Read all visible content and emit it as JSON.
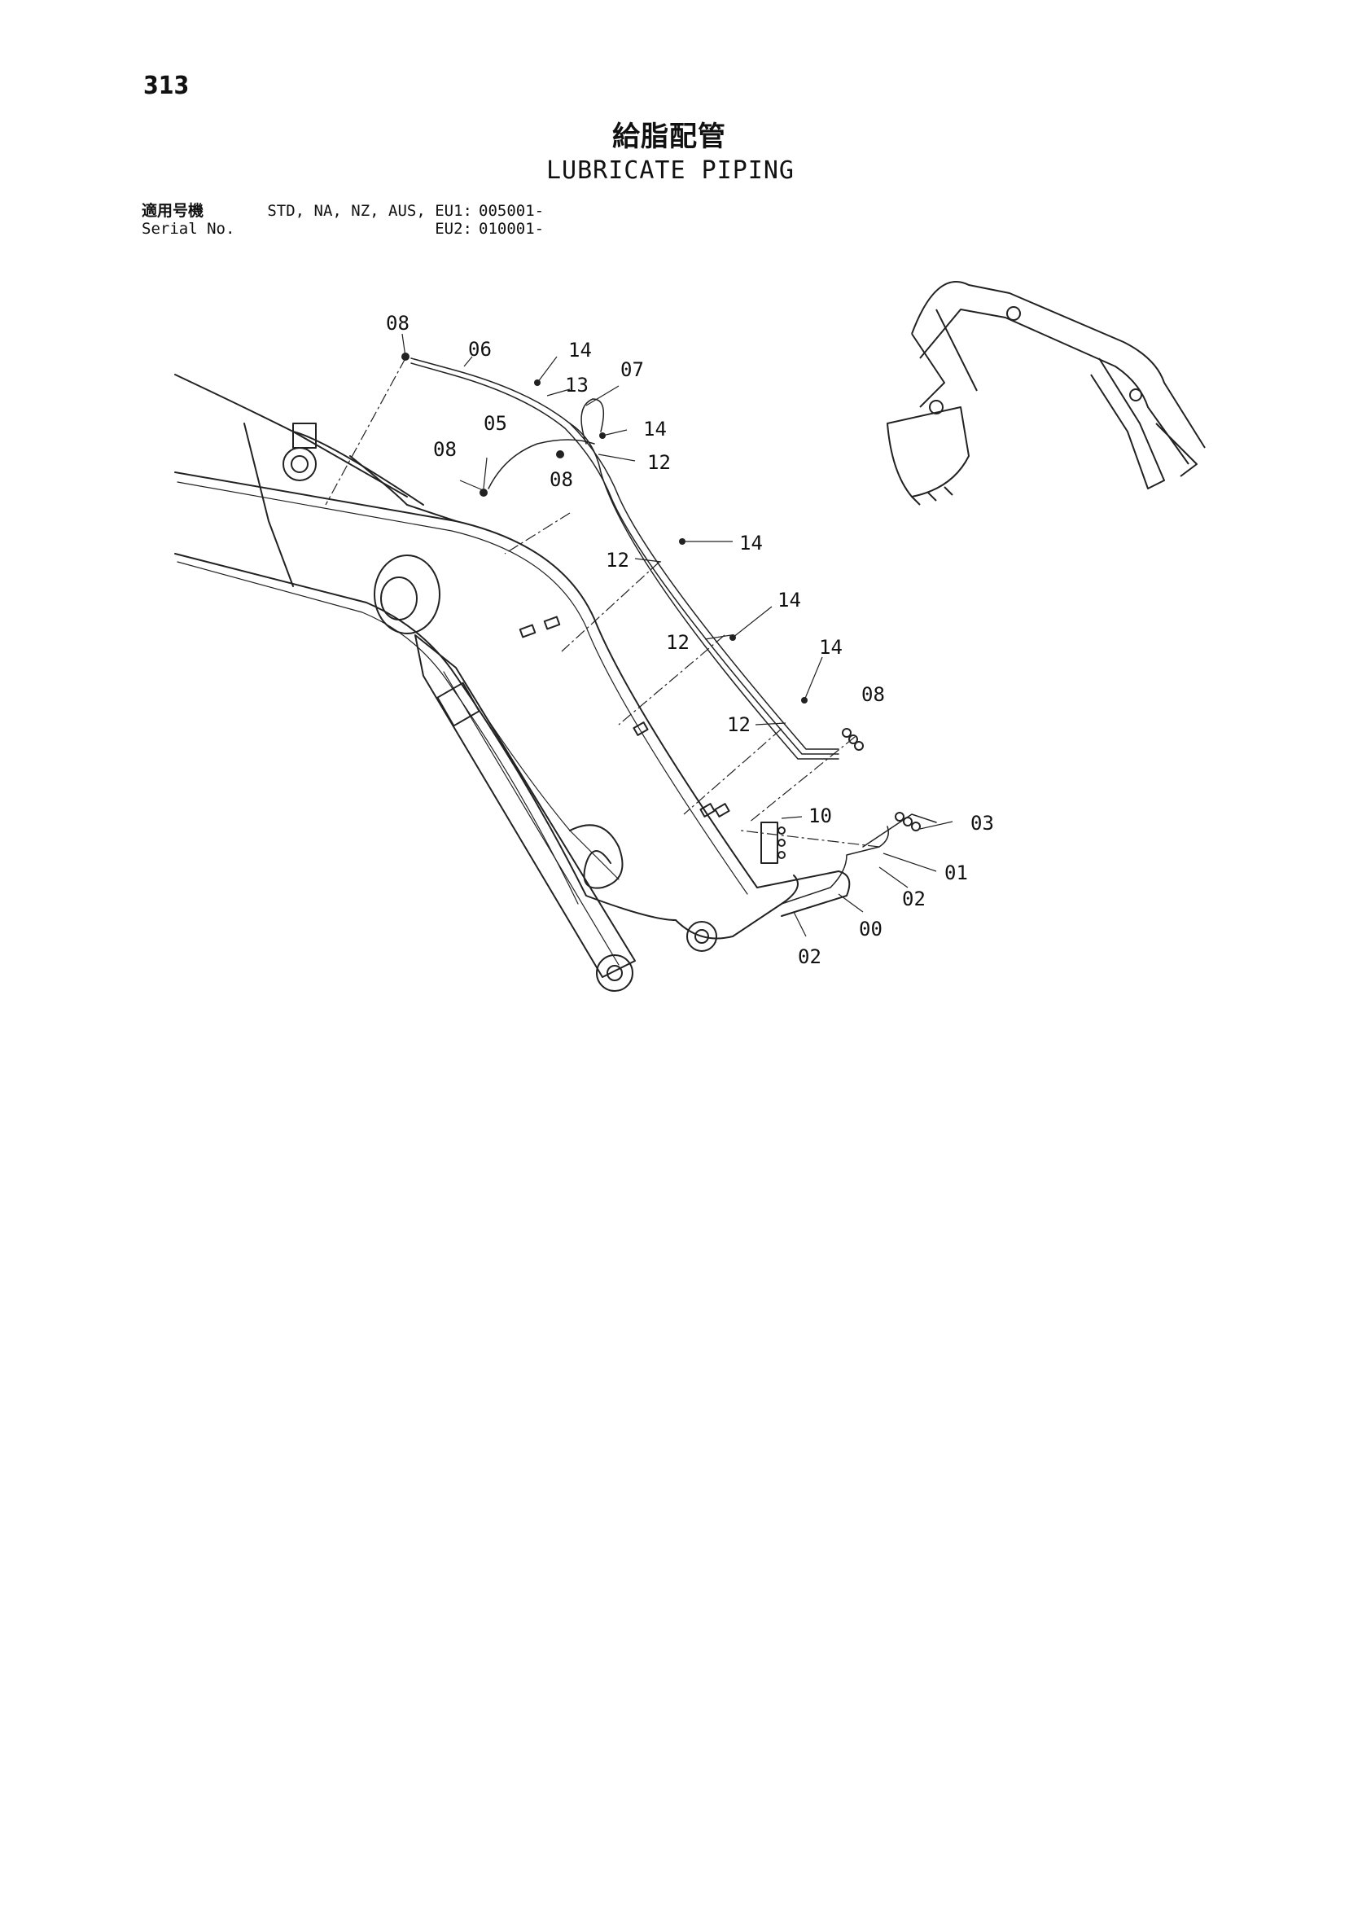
{
  "page_number": "313",
  "title_jp": "給脂配管",
  "title_en": "LUBRICATE PIPING",
  "serial": {
    "label_jp": "適用号機",
    "label_en": "Serial No.",
    "rows": [
      {
        "models": "STD, NA, NZ, AUS, EU1:",
        "range": "005001-"
      },
      {
        "models": "EU2:",
        "range": "010001-"
      }
    ]
  },
  "callouts": {
    "c08_top": "08",
    "c06": "06",
    "c14_top": "14",
    "c13": "13",
    "c07": "07",
    "c05": "05",
    "c14_b": "14",
    "c08_mid": "08",
    "c12_a": "12",
    "c08_b": "08",
    "c12_b": "12",
    "c14_c": "14",
    "c14_d": "14",
    "c12_c": "12",
    "c14_e": "14",
    "c08_right": "08",
    "c12_d": "12",
    "c10": "10",
    "c03": "03",
    "c01": "01",
    "c02_a": "02",
    "c00": "00",
    "c02_b": "02"
  }
}
